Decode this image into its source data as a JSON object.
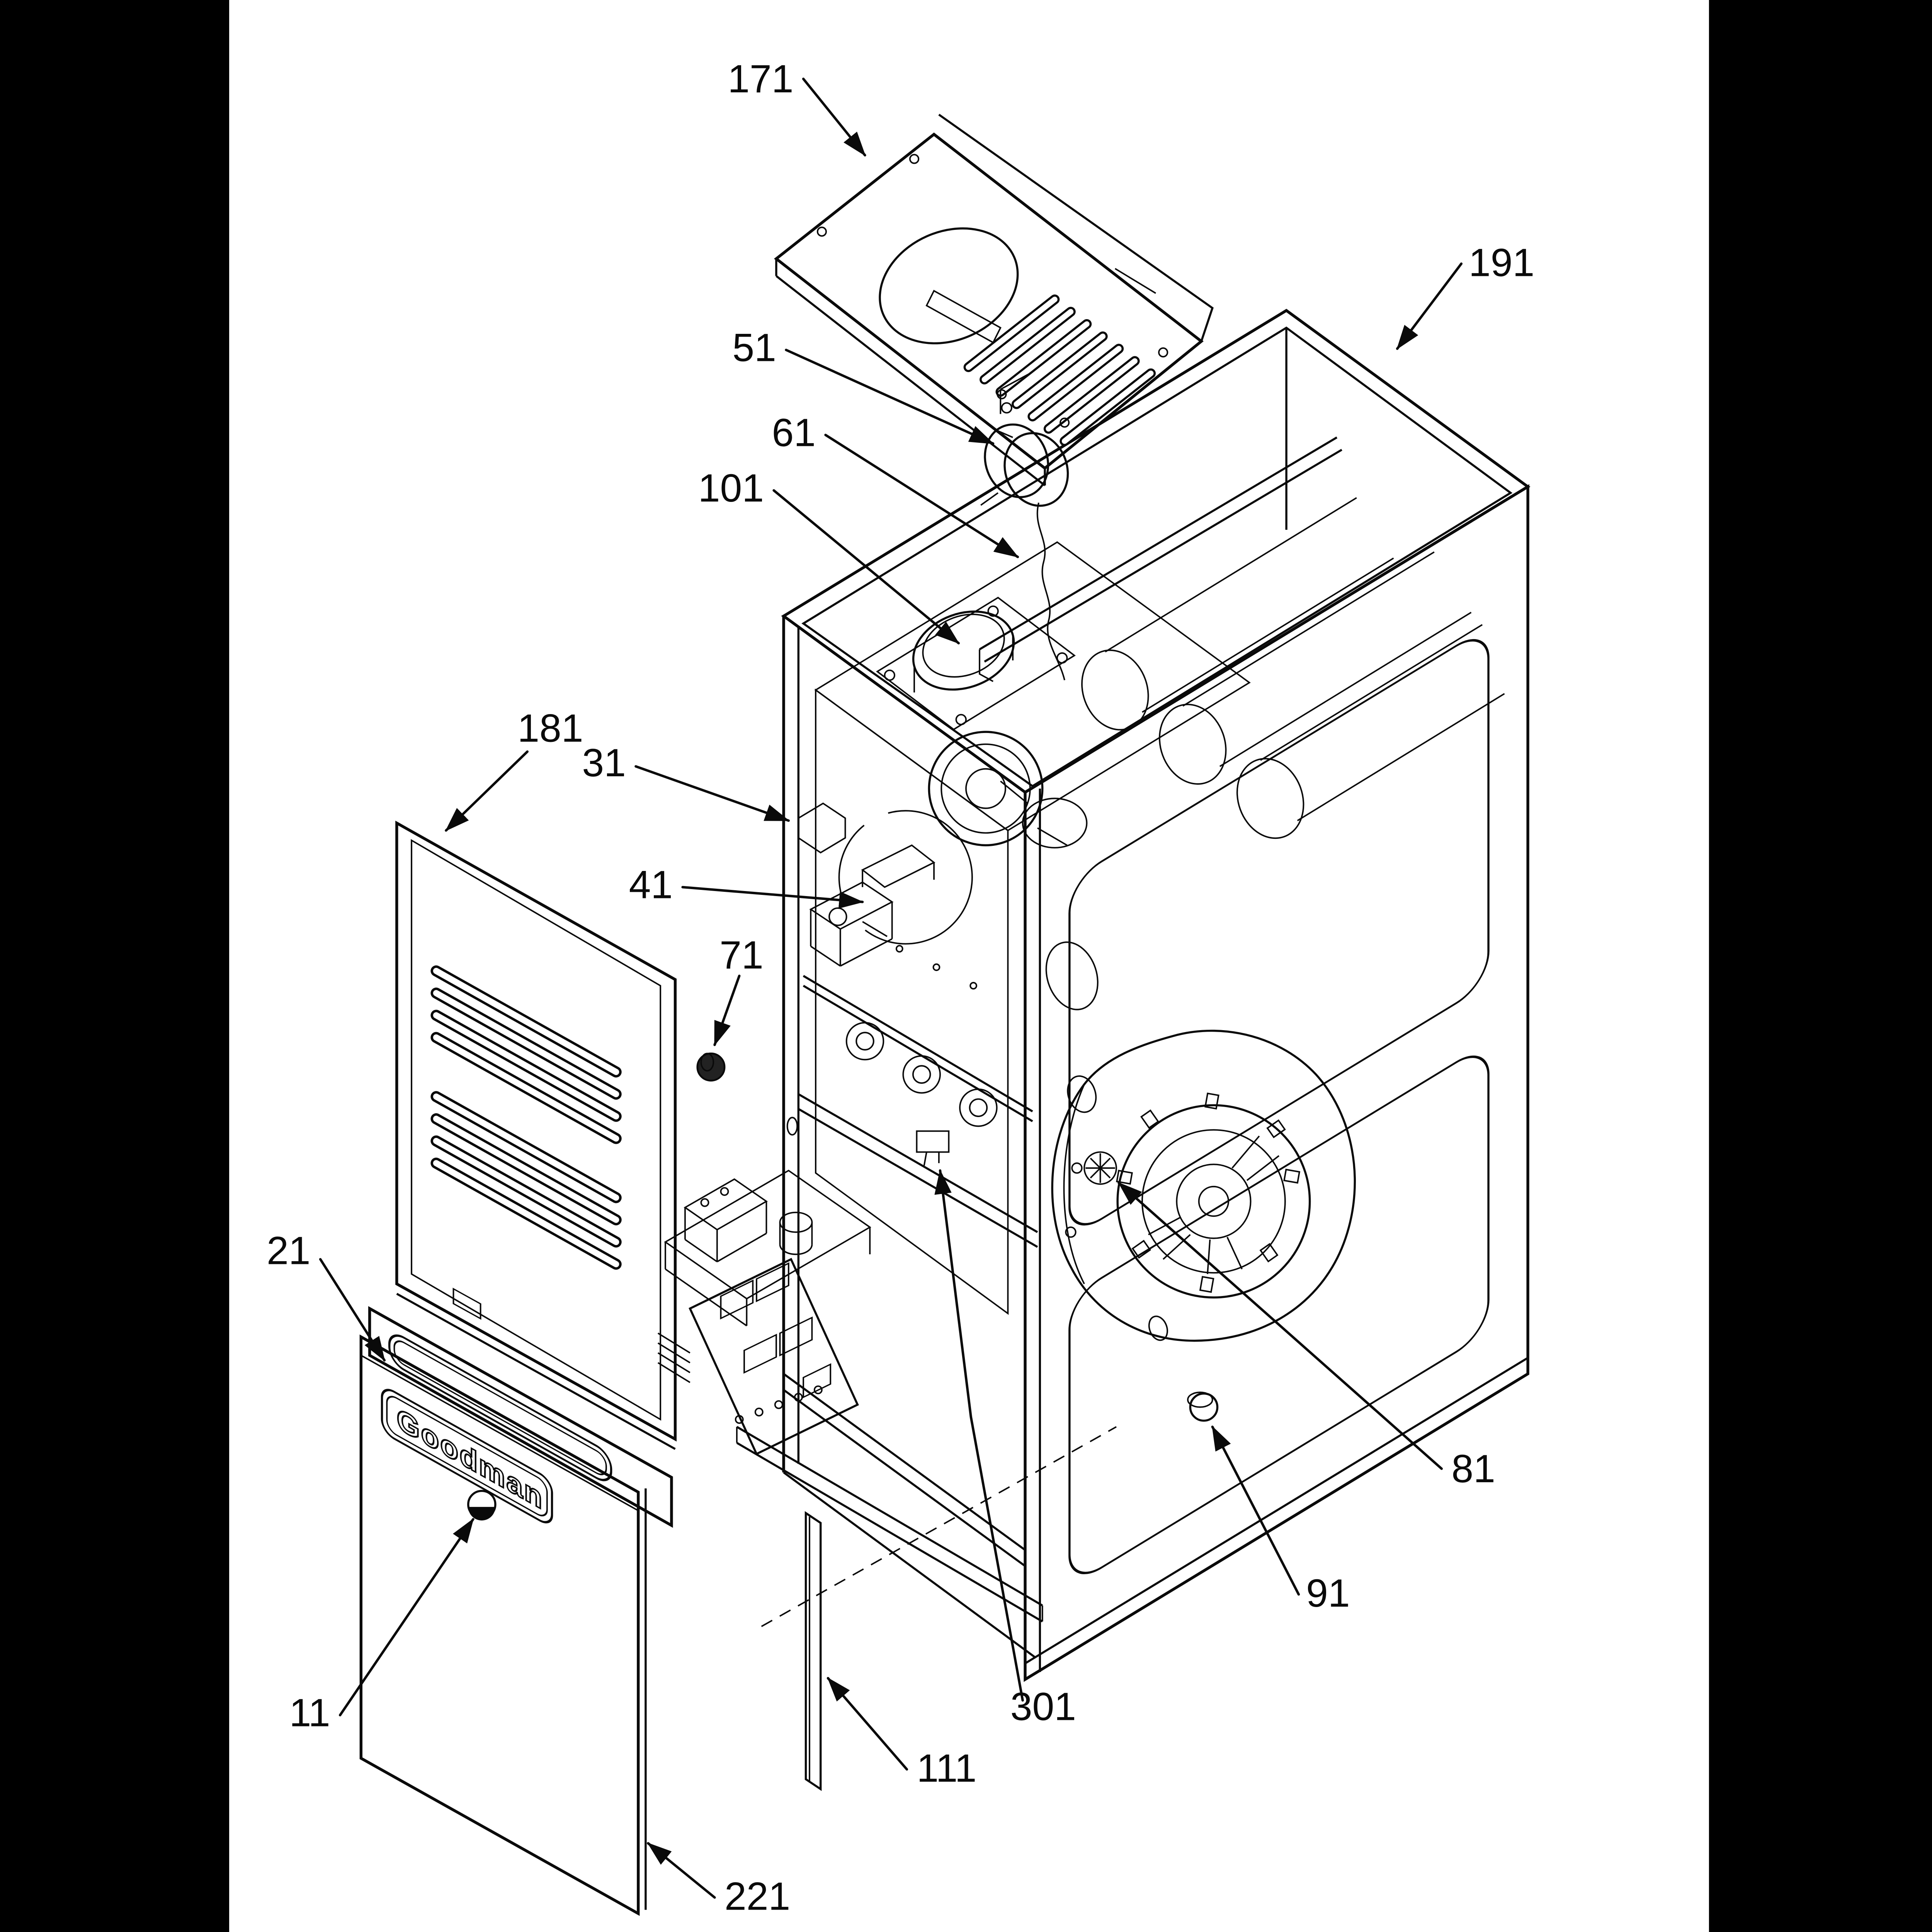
{
  "diagram": {
    "type": "exploded-view-parts-diagram",
    "colors": {
      "background": "#ffffff",
      "line_art": "#0a0a0a",
      "mask_bars": "#000000"
    },
    "logo_badge": {
      "text": "Goodman"
    },
    "callouts": [
      {
        "label": "171"
      },
      {
        "label": "51"
      },
      {
        "label": "61"
      },
      {
        "label": "101"
      },
      {
        "label": "191"
      },
      {
        "label": "181"
      },
      {
        "label": "31"
      },
      {
        "label": "41"
      },
      {
        "label": "71"
      },
      {
        "label": "21"
      },
      {
        "label": "11"
      },
      {
        "label": "81"
      },
      {
        "label": "91"
      },
      {
        "label": "301"
      },
      {
        "label": "111"
      },
      {
        "label": "221"
      }
    ]
  }
}
